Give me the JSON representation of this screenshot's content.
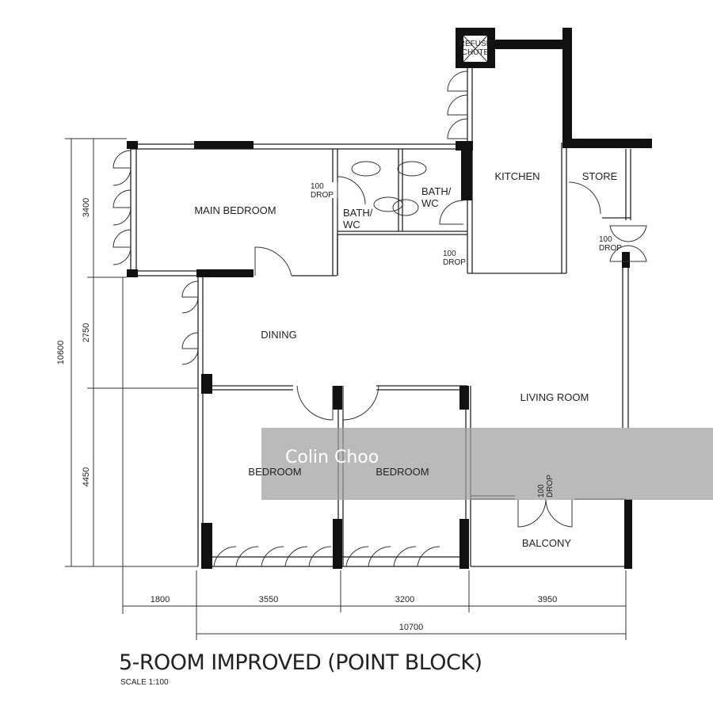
{
  "plan": {
    "title": "5-ROOM IMPROVED (POINT BLOCK)",
    "scale": "SCALE  1:100",
    "rooms": {
      "main_bedroom": "MAIN BEDROOM",
      "bath1_line1": "BATH/",
      "bath1_line2": "WC",
      "bath2_line1": "BATH/",
      "bath2_line2": "WC",
      "kitchen": "KITCHEN",
      "store": "STORE",
      "dining": "DINING",
      "living_room": "LIVING ROOM",
      "bedroom1": "BEDROOM",
      "bedroom2": "BEDROOM",
      "balcony": "BALCONY",
      "refuse_line1": "REFUSE",
      "refuse_line2": "CHUTE"
    },
    "drops": {
      "value": "100",
      "label": "DROP"
    },
    "dimensions": {
      "overall_height": "10600",
      "v1": "3400",
      "v2": "2750",
      "v3": "4450",
      "h1": "1800",
      "h2": "3550",
      "h3": "3200",
      "h4": "3950",
      "overall_width": "10700"
    }
  },
  "watermark": "Colin Choo"
}
